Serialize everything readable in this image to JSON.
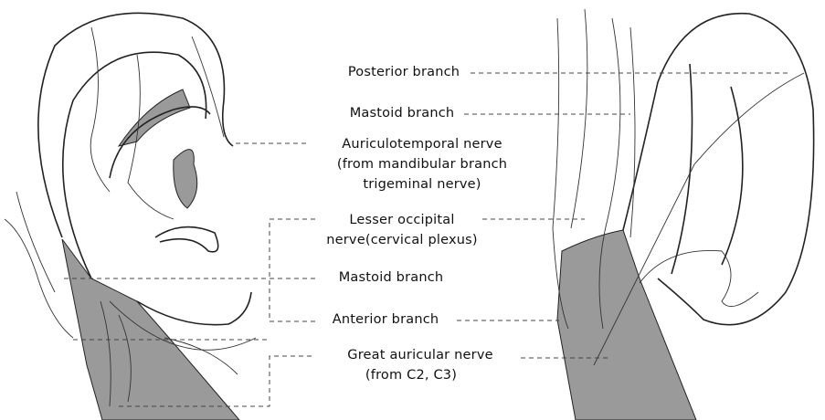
{
  "labels": {
    "posterior_branch": "Posterior branch",
    "mastoid_branch_top": "Mastoid branch",
    "auriculotemporal_1": "Auriculotemporal nerve",
    "auriculotemporal_2": "(from mandibular branch",
    "auriculotemporal_3": "trigeminal nerve)",
    "lesser_occipital_1": "Lesser occipital",
    "lesser_occipital_2": "nerve(cervical plexus)",
    "mastoid_branch_bottom": "Mastoid branch",
    "anterior_branch": "Anterior branch",
    "great_auricular_1": "Great auricular nerve",
    "great_auricular_2": "(from C2, C3)"
  },
  "colors": {
    "shade": "#9a9a9a",
    "line": "#222222"
  }
}
